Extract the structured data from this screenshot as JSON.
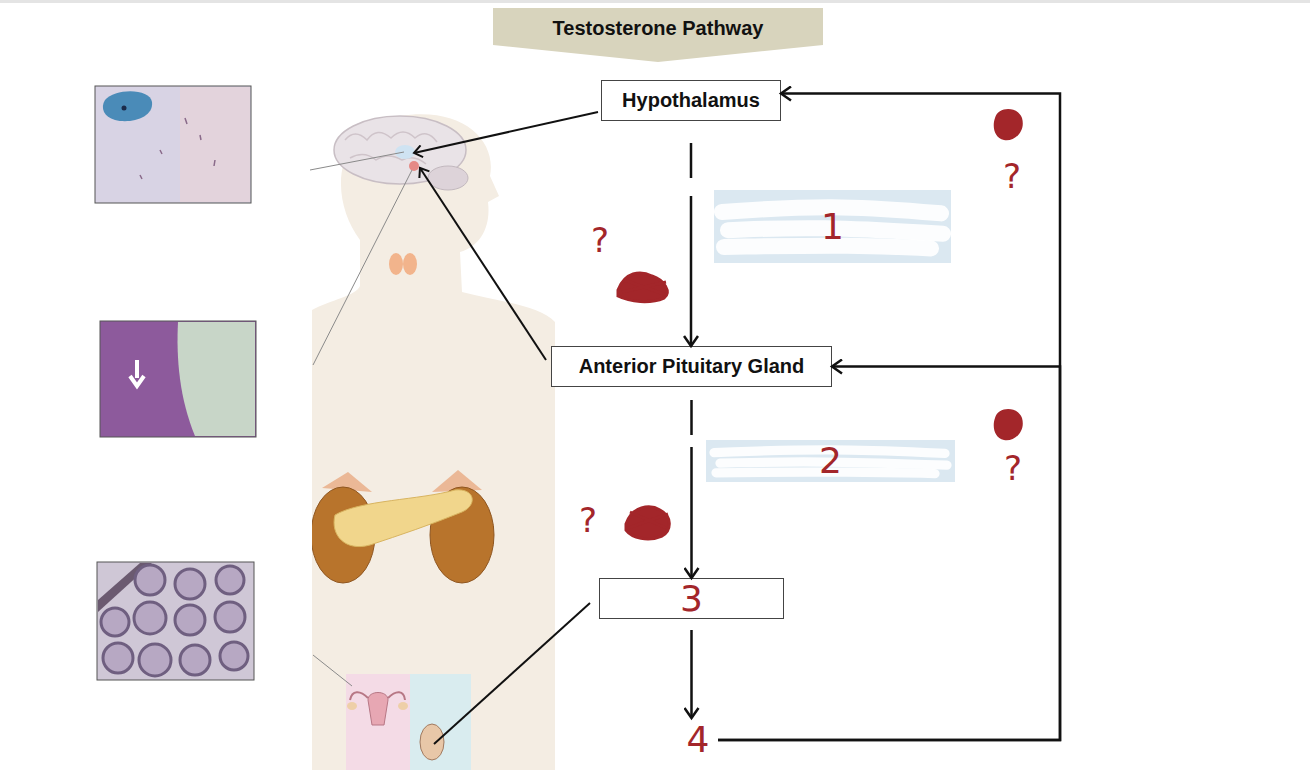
{
  "diagram": {
    "title": "Testosterone Pathway",
    "nodes": [
      {
        "text": [
          "Hypothalamus"
        ]
      },
      {
        "text": [
          "1"
        ]
      },
      {
        "text": [
          "Anterior Pituitary Gland"
        ]
      },
      {
        "text": [
          "2"
        ]
      },
      {
        "text": [
          "3"
        ]
      },
      {
        "text": [
          "4"
        ]
      }
    ],
    "edges": [
      {
        "from": 0,
        "to": 2,
        "arrow": "to"
      },
      {
        "from": 2,
        "to": 4,
        "arrow": "to"
      },
      {
        "from": 4,
        "to": 5,
        "arrow": "to"
      },
      {
        "from": 5,
        "to": 0,
        "arrow": "to"
      },
      {
        "from": 5,
        "to": 2,
        "arrow": "to"
      }
    ],
    "labels": [
      "?",
      "?",
      "?",
      "?"
    ]
  }
}
